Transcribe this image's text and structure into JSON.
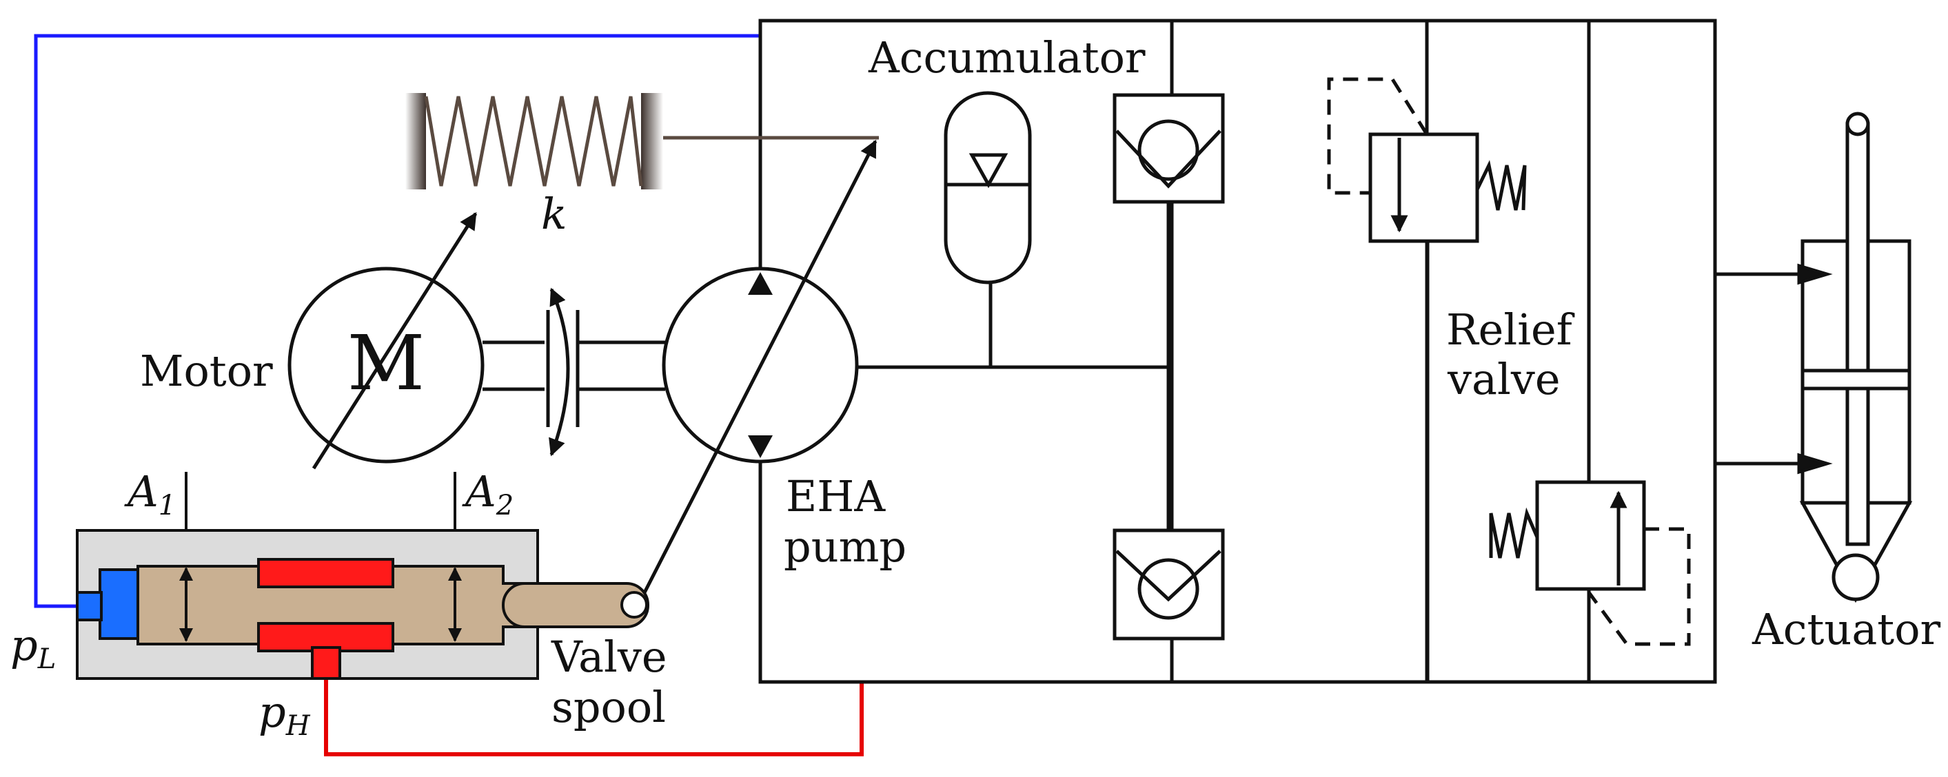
{
  "labels": {
    "accumulator": "Accumulator",
    "motor": "Motor",
    "motor_symbol": "M",
    "spring_k": "k",
    "eha_pump_line1": "EHA",
    "eha_pump_line2": "pump",
    "relief_valve_line1": "Relief",
    "relief_valve_line2": "valve",
    "actuator": "Actuator",
    "valve_spool_line1": "Valve",
    "valve_spool_line2": "spool",
    "a1_main": "A",
    "a1_sub": "1",
    "a2_main": "A",
    "a2_sub": "2",
    "pl_main": "p",
    "pl_sub": "L",
    "ph_main": "p",
    "ph_sub": "H"
  },
  "colors": {
    "line": "#111111",
    "low_pressure_line": "#1a1aff",
    "high_pressure_line": "#e60000",
    "spool_body": "#c9b092",
    "valve_housing": "#dcdcdc",
    "spool_land": "#ff1a1a",
    "low_port": "#1a6eff",
    "spring": "#5a4a40"
  }
}
